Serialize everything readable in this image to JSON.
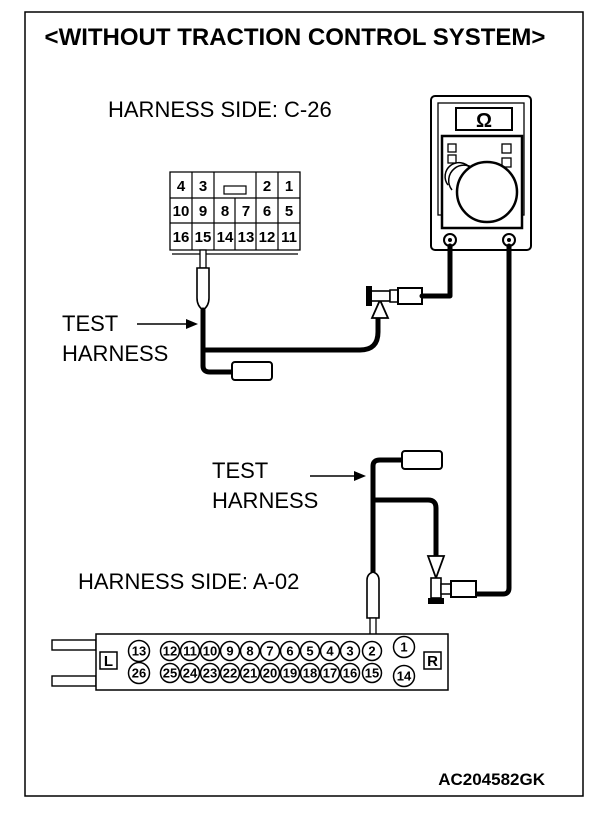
{
  "title": "<WITHOUT TRACTION CONTROL SYSTEM>",
  "labels": {
    "harness_side_c26": "HARNESS SIDE: C-26",
    "harness_side_a02": "HARNESS SIDE: A-02",
    "test_1": "TEST",
    "harness_1": "HARNESS",
    "test_2": "TEST",
    "harness_2": "HARNESS",
    "figure_code": "AC204582GK"
  },
  "meter": {
    "symbol": "Ω"
  },
  "connector_c26": {
    "row1": [
      "4",
      "3",
      "2",
      "1"
    ],
    "row2": [
      "10",
      "9",
      "8",
      "7",
      "6",
      "5"
    ],
    "row3": [
      "16",
      "15",
      "14",
      "13",
      "12",
      "11"
    ]
  },
  "connector_a02": {
    "left_marker": "L",
    "right_marker": "R",
    "row1": [
      "13",
      "12",
      "11",
      "10",
      "9",
      "8",
      "7",
      "6",
      "5",
      "4",
      "3",
      "2",
      "1"
    ],
    "row2": [
      "26",
      "25",
      "24",
      "23",
      "22",
      "21",
      "20",
      "19",
      "18",
      "17",
      "16",
      "15",
      "14"
    ]
  }
}
